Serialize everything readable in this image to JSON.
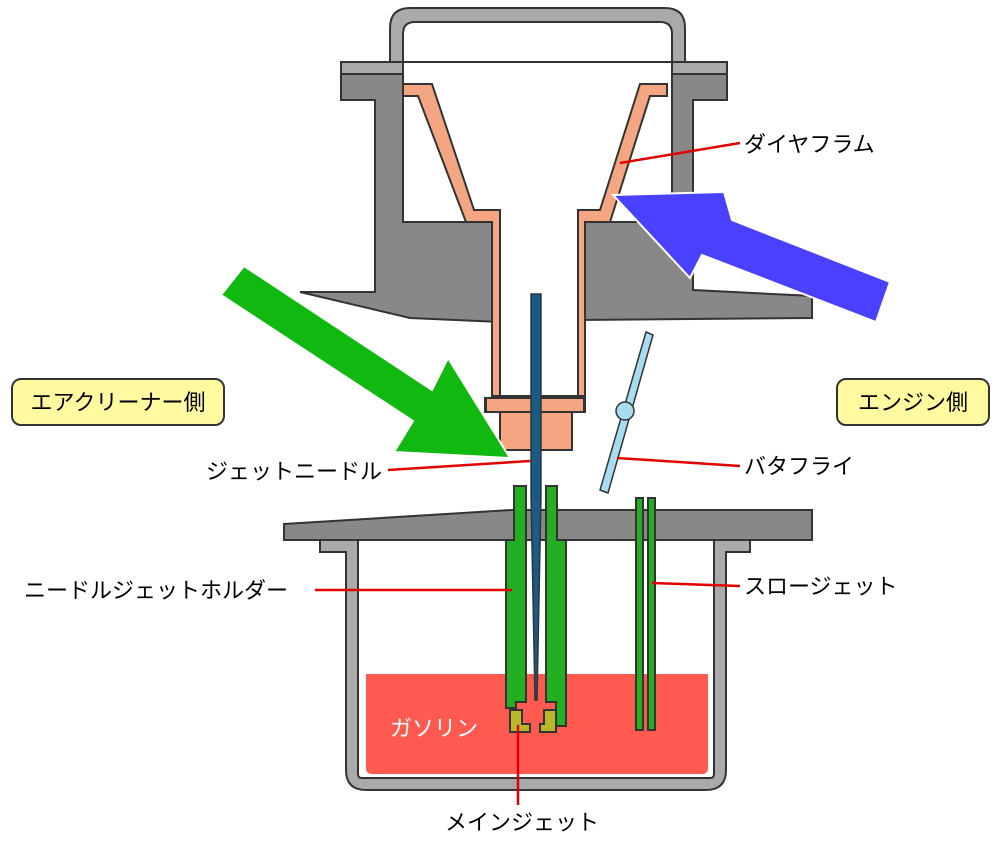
{
  "side_tags": {
    "left": "エアクリーナー側",
    "right": "エンジン側"
  },
  "labels": {
    "diaphragm": "ダイヤフラム",
    "jet_needle": "ジェットニードル",
    "butterfly": "バタフライ",
    "needle_jet_holder": "ニードルジェットホルダー",
    "slow_jet": "スロージェット",
    "gasoline": "ガソリン",
    "main_jet": "メインジェット"
  },
  "colors": {
    "body": "#888888",
    "outline": "#333333",
    "diaphragm": "#f4a582",
    "needle": "#1a5a86",
    "holder": "#22b022",
    "fuel": "#ff5a50",
    "main_jet": "#b8b82a",
    "butterfly": "#a8dcf0",
    "arrow_air": "#10b810",
    "arrow_engine": "#4a40ff",
    "tag_fill": "#fff9a0",
    "leader": "#e00000"
  }
}
